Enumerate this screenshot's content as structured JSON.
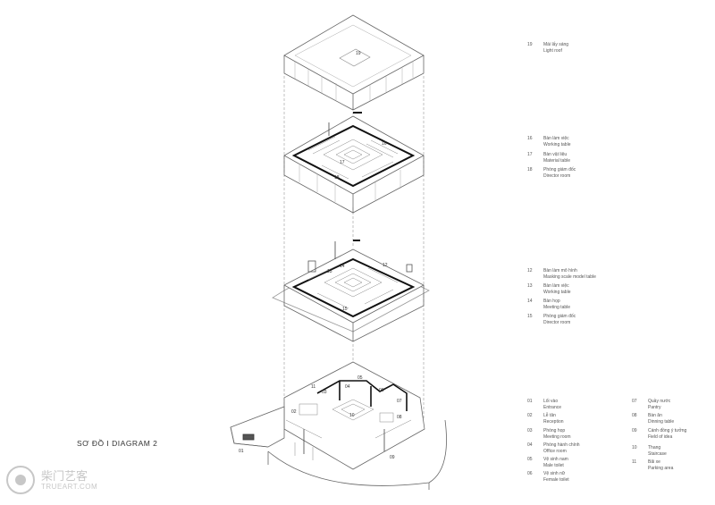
{
  "title": "SƠ ĐỒ I  DIAGRAM  2",
  "floor_labels": {
    "roof": "19",
    "level2": [
      "16",
      "17",
      "18"
    ],
    "level1": [
      "12",
      "13",
      "14",
      "15"
    ],
    "ground": [
      "01",
      "02",
      "03",
      "04",
      "05",
      "06",
      "07",
      "08",
      "09",
      "10",
      "11"
    ]
  },
  "legend": [
    {
      "num": "19",
      "vi": "Mái lấy sáng",
      "en": "Light roof"
    },
    {
      "num": "16",
      "vi": "Bàn làm việc",
      "en": "Working table"
    },
    {
      "num": "17",
      "vi": "Bàn vật liệu",
      "en": "Material table"
    },
    {
      "num": "18",
      "vi": "Phòng giám đốc",
      "en": "Director room"
    },
    {
      "num": "12",
      "vi": "Bàn làm mô hình",
      "en": "Masking scale model table"
    },
    {
      "num": "13",
      "vi": "Bàn làm việc",
      "en": "Working table"
    },
    {
      "num": "14",
      "vi": "Bàn họp",
      "en": "Meeting table"
    },
    {
      "num": "15",
      "vi": "Phòng giám đốc",
      "en": "Director room"
    },
    {
      "num": "01",
      "vi": "Lối vào",
      "en": "Entrance"
    },
    {
      "num": "02",
      "vi": "Lễ tân",
      "en": "Reception"
    },
    {
      "num": "03",
      "vi": "Phòng họp",
      "en": "Meeting room"
    },
    {
      "num": "04",
      "vi": "Phòng hành chính",
      "en": "Office room"
    },
    {
      "num": "05",
      "vi": "Vệ sinh nam",
      "en": "Male toilet"
    },
    {
      "num": "06",
      "vi": "Vệ sinh nữ",
      "en": "Female toilet"
    },
    {
      "num": "07",
      "vi": "Quầy nước",
      "en": "Pantry"
    },
    {
      "num": "08",
      "vi": "Bàn ăn",
      "en": "Dinning table"
    },
    {
      "num": "09",
      "vi": "Cánh đồng ý tưởng",
      "en": "Field of idea"
    },
    {
      "num": "10",
      "vi": "Thang",
      "en": "Staircase"
    },
    {
      "num": "11",
      "vi": "Bãi xe",
      "en": "Parking area"
    }
  ],
  "watermark": {
    "cn": "柴门艺客",
    "en": "TRUEART.COM"
  },
  "colors": {
    "line": "#666666",
    "heavy": "#111111",
    "paper": "#ffffff"
  }
}
